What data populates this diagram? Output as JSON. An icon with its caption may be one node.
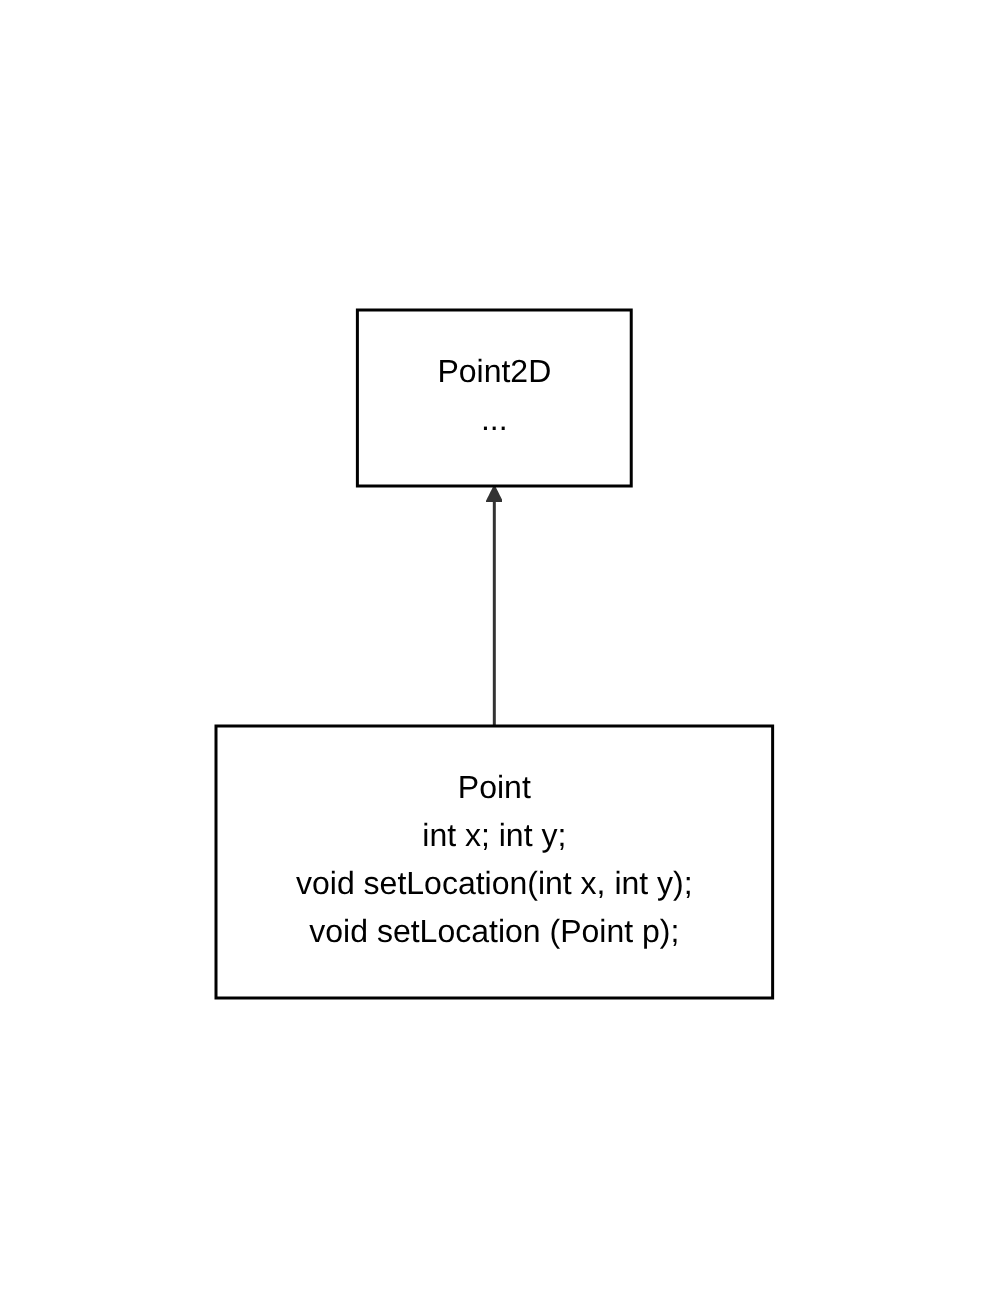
{
  "diagram": {
    "nodes": [
      {
        "text": [
          "Point2D",
          "..."
        ]
      },
      {
        "text": [
          "Point",
          "int x; int y;",
          "void setLocation(int x, int y);",
          "void setLocation (Point p);"
        ]
      }
    ],
    "edges": [
      {
        "from": 1,
        "to": 0,
        "arrow": "to"
      }
    ]
  }
}
